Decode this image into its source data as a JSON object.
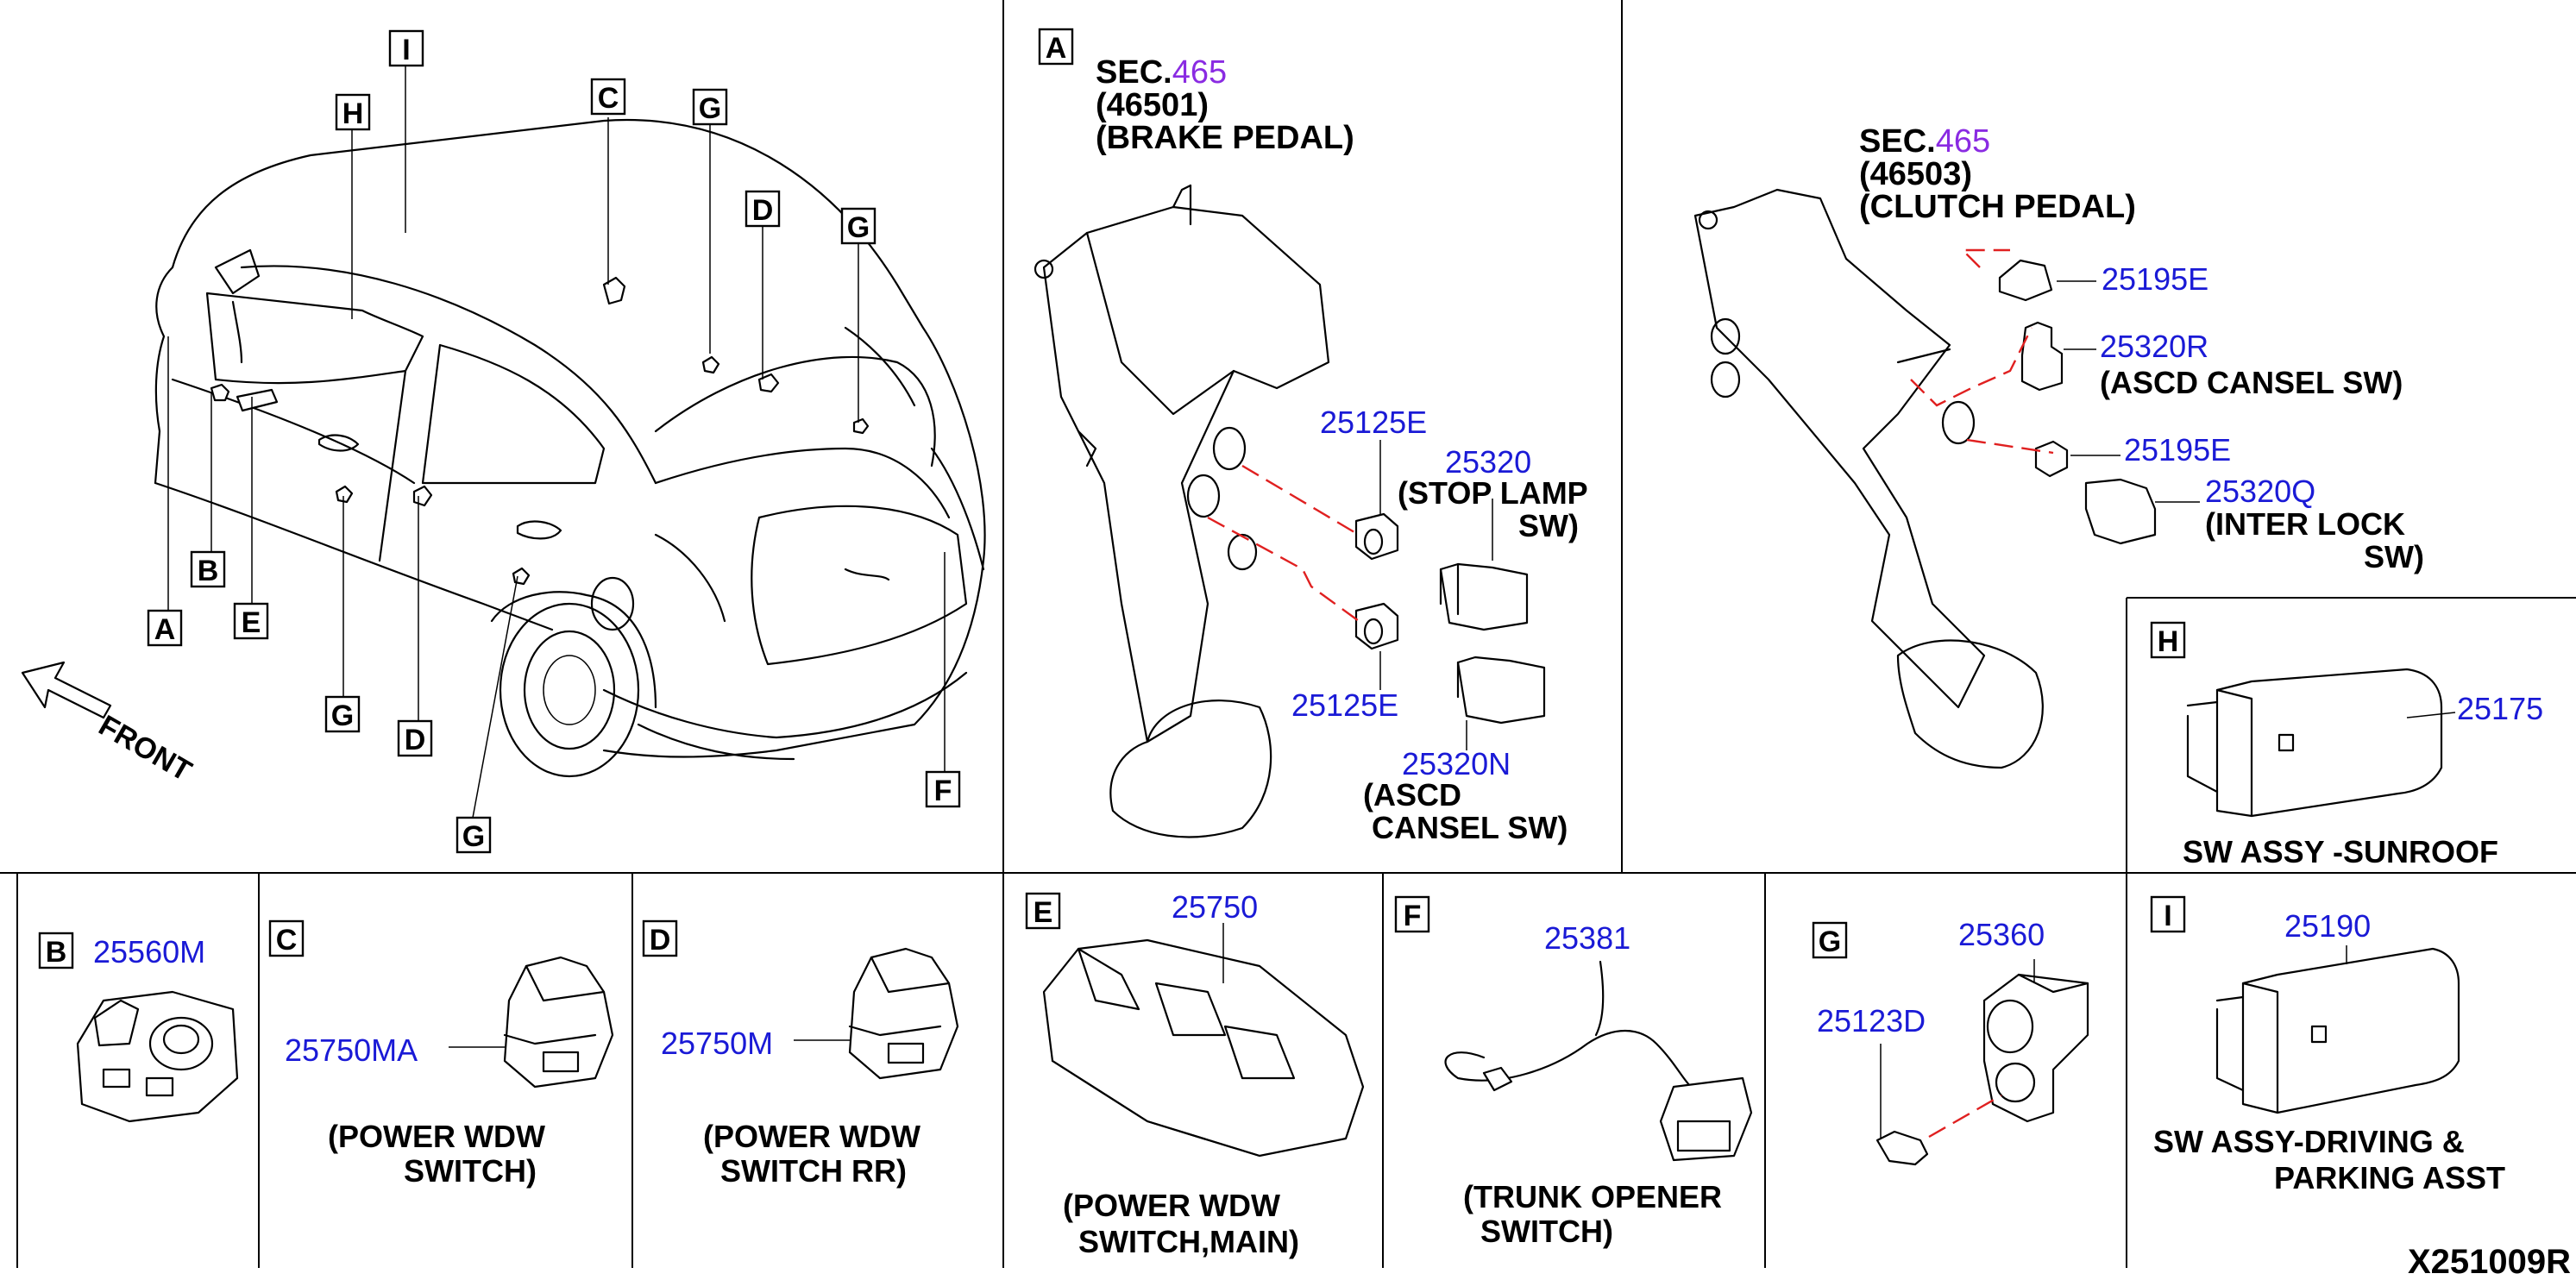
{
  "view_labels": {
    "I": "I",
    "H": "H",
    "C": "C",
    "G": "G",
    "D": "D",
    "B": "B",
    "E": "E",
    "A": "A",
    "F": "F"
  },
  "front_label": "FRONT",
  "panel_a": {
    "letter": "A",
    "brake": {
      "sec_prefix": "SEC.",
      "sec_num": "465",
      "part": "(46501)",
      "name": "(BRAKE PEDAL)"
    },
    "p1": "25125E",
    "p2": "25320",
    "p2_name_1": "(STOP LAMP",
    "p2_name_2": "SW)",
    "p3": "25125E",
    "p4": "25320N",
    "p4_name_1": "(ASCD",
    "p4_name_2": "CANSEL SW)"
  },
  "panel_clutch": {
    "sec_prefix": "SEC.",
    "sec_num": "465",
    "part": "(46503)",
    "name": "(CLUTCH PEDAL)",
    "p1": "25195E",
    "p2": "25320R",
    "p2_name": "(ASCD CANSEL SW)",
    "p3": "25195E",
    "p4": "25320Q",
    "p4_name_1": "(INTER LOCK",
    "p4_name_2": "SW)"
  },
  "panel_h": {
    "letter": "H",
    "part": "25175",
    "name": "SW ASSY -SUNROOF"
  },
  "panel_b": {
    "letter": "B",
    "part": "25560M"
  },
  "panel_c": {
    "letter": "C",
    "part": "25750MA",
    "name_1": "(POWER WDW",
    "name_2": "SWITCH)"
  },
  "panel_d": {
    "letter": "D",
    "part": "25750M",
    "name_1": "(POWER WDW",
    "name_2": "SWITCH RR)"
  },
  "panel_e": {
    "letter": "E",
    "part": "25750",
    "name_1": "(POWER WDW",
    "name_2": "SWITCH,MAIN)"
  },
  "panel_f": {
    "letter": "F",
    "part": "25381",
    "name_1": "(TRUNK OPENER",
    "name_2": "SWITCH)"
  },
  "panel_g": {
    "letter": "G",
    "part_1": "25360",
    "part_2": "25123D"
  },
  "panel_i": {
    "letter": "I",
    "part": "25190",
    "name_1": "SW ASSY-DRIVING &",
    "name_2": "PARKING ASST"
  },
  "diagram_code": "X251009R",
  "colors": {
    "part_number": "#1a1ad6",
    "section_number": "#8a2be2",
    "leader_dash": "#e02020"
  }
}
